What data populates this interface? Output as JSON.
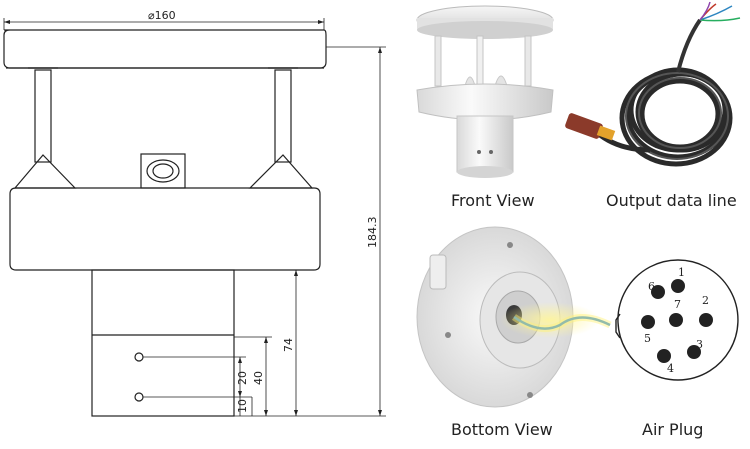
{
  "drawing": {
    "dimensions": {
      "diameter": "⌀160",
      "height": "184.3",
      "plug_height": "74",
      "hole_spacing": "20",
      "hole_top": "40",
      "hole_bottom": "10"
    }
  },
  "photos": {
    "front_view": {
      "caption": "Front View"
    },
    "output_line": {
      "caption": "Output data line"
    },
    "bottom_view": {
      "caption": "Bottom View"
    },
    "air_plug": {
      "caption": "Air Plug",
      "pins": [
        "1",
        "2",
        "3",
        "4",
        "5",
        "6",
        "7"
      ]
    }
  }
}
